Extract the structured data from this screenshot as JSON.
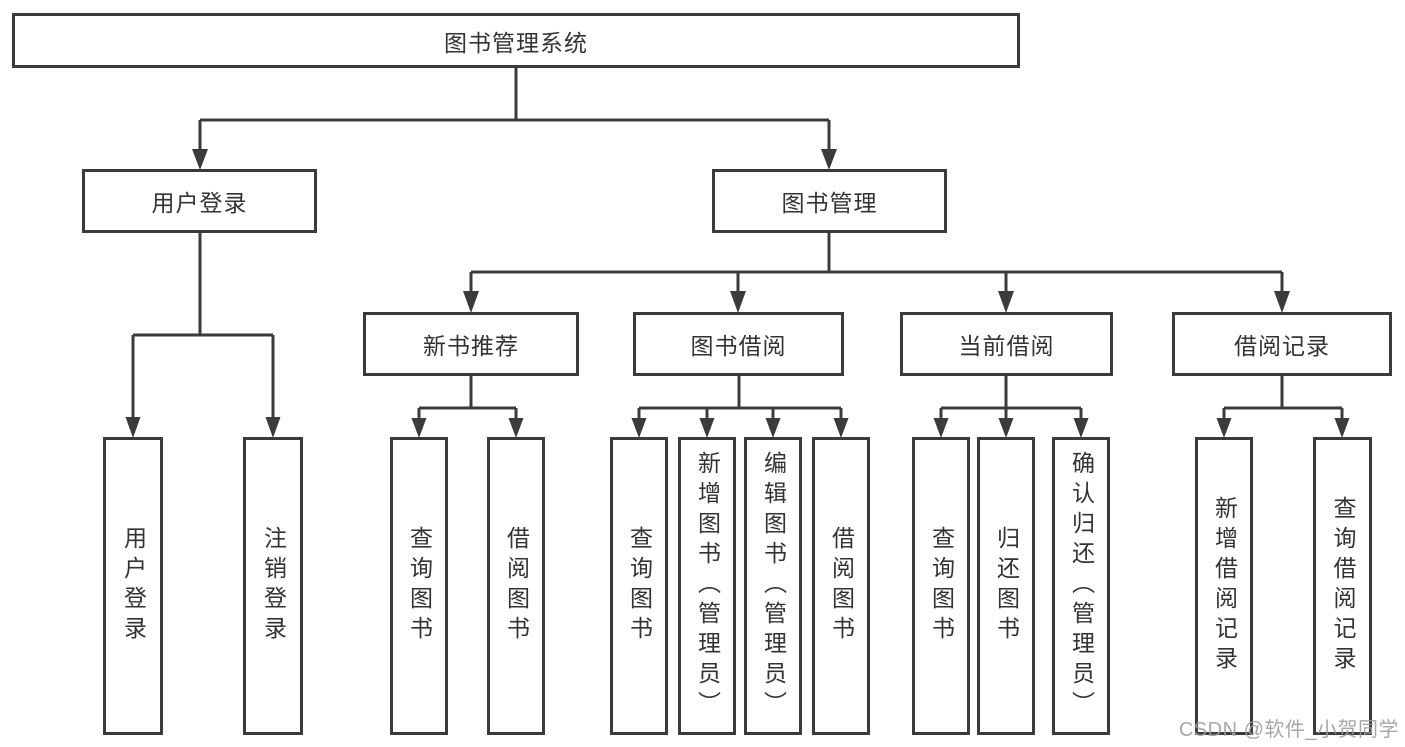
{
  "diagram": {
    "root": {
      "label": "图书管理系统"
    },
    "level2": {
      "user_login": {
        "label": "用户登录"
      },
      "book_management": {
        "label": "图书管理"
      }
    },
    "level3": {
      "new_book_recommend": {
        "label": "新书推荐"
      },
      "book_borrow": {
        "label": "图书借阅"
      },
      "current_borrow": {
        "label": "当前借阅"
      },
      "borrow_records": {
        "label": "借阅记录"
      }
    },
    "level4": {
      "user_login_children": [
        {
          "label": "用户登录"
        },
        {
          "label": "注销登录"
        }
      ],
      "new_book_children": [
        {
          "label": "查询图书"
        },
        {
          "label": "借阅图书"
        }
      ],
      "book_borrow_children": [
        {
          "label": "查询图书"
        },
        {
          "label": "新增图书（管理员）"
        },
        {
          "label": "编辑图书（管理员）"
        },
        {
          "label": "借阅图书"
        }
      ],
      "current_borrow_children": [
        {
          "label": "查询图书"
        },
        {
          "label": "归还图书"
        },
        {
          "label": "确认归还（管理员）"
        }
      ],
      "borrow_records_children": [
        {
          "label": "新增借阅记录"
        },
        {
          "label": "查询借阅记录"
        }
      ]
    }
  },
  "watermark": {
    "label": "CSDN @软件_小贺同学"
  },
  "colors": {
    "line": "#3b3b3b",
    "box_border": "#3b3b3b",
    "text": "#333333",
    "background": "#ffffff",
    "watermark": "#9e9e9e"
  }
}
